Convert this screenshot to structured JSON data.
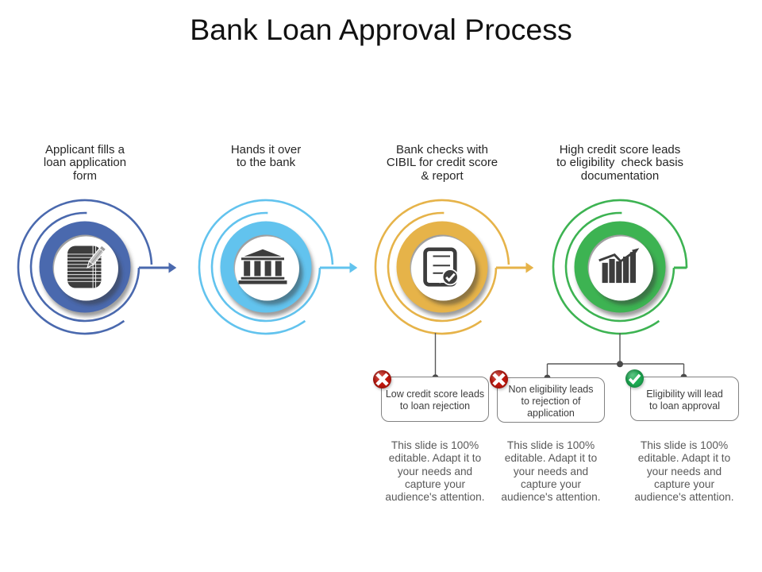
{
  "title": "Bank Loan Approval Process",
  "steps": [
    {
      "label": "Applicant fills a\nloan application\nform",
      "color": "#4a69ae",
      "icon": "document-pencil"
    },
    {
      "label": "Hands it over\nto the bank",
      "color": "#62c3ee",
      "icon": "bank-building"
    },
    {
      "label": "Bank checks with\nCIBIL for credit score\n& report",
      "color": "#e6b349",
      "icon": "document-check"
    },
    {
      "label": "High credit score leads\nto eligibility  check basis\ndocumentation",
      "color": "#3db352",
      "icon": "bar-chart-growth"
    }
  ],
  "outcomes": [
    {
      "status": "rejected",
      "status_icon": "cross",
      "badge_color": "#c0160c",
      "text": "Low credit score leads\nto loan rejection",
      "note": "This slide is 100%\neditable. Adapt it to\nyour needs and\ncapture your\naudience's attention."
    },
    {
      "status": "rejected",
      "status_icon": "cross",
      "badge_color": "#c0160c",
      "text": "Non eligibility leads\nto rejection of\napplication",
      "note": "This slide is 100%\neditable. Adapt it to\nyour needs and\ncapture your\naudience's attention."
    },
    {
      "status": "approved",
      "status_icon": "check",
      "badge_color": "#1cab52",
      "text": "Eligibility will lead\nto loan approval",
      "note": "This slide is 100%\neditable. Adapt it to\nyour needs and\ncapture your\naudience's attention."
    }
  ]
}
